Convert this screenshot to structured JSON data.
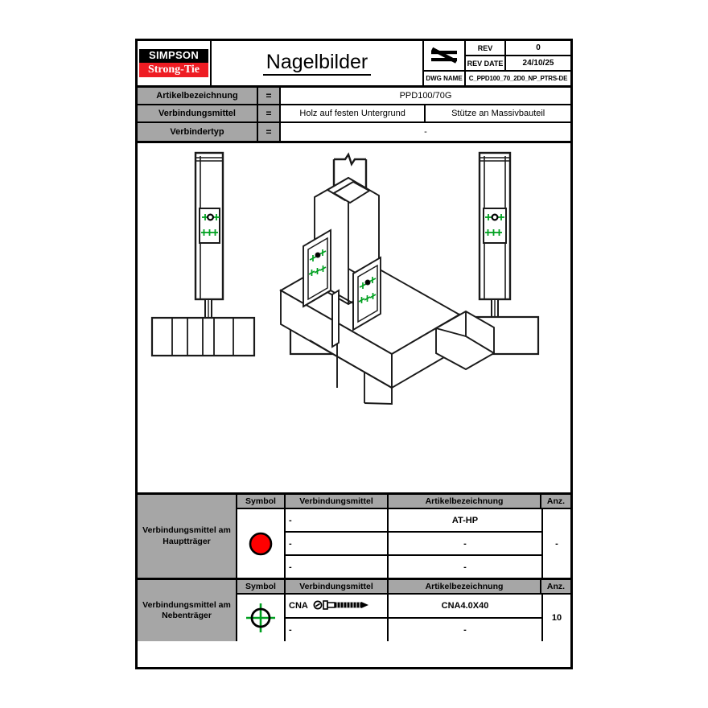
{
  "titleblock": {
    "logo_top": "SIMPSON",
    "logo_bottom": "Strong-Tie",
    "title": "Nagelbilder",
    "neq_symbol": "not-equal-symbol",
    "rev_label": "REV",
    "rev_value": "0",
    "rev_date_label": "REV DATE",
    "rev_date_value": "24/10/25",
    "dwg_name_label": "DWG NAME",
    "dwg_name_value": "C_PPD100_70_2D0_NP_PTRS-DE"
  },
  "specs": [
    {
      "label": "Artikelbezeichnung",
      "eq": "=",
      "values": [
        "PPD100/70G"
      ]
    },
    {
      "label": "Verbindungsmittel",
      "eq": "=",
      "values": [
        "Holz auf festen Untergrund",
        "Stütze an Massivbauteil"
      ]
    },
    {
      "label": "Verbindertyp",
      "eq": "=",
      "values": [
        "-"
      ]
    }
  ],
  "drawing": {
    "name": "technical-drawing-views",
    "views": [
      "front-elevation-left",
      "section-elevation-middle",
      "side-elevation-right",
      "isometric-3d-view"
    ],
    "nail_marker_color": "#00a020",
    "line_color": "#1a1a1a"
  },
  "fastener_tables": [
    {
      "name": "Verbindungsmittel am Hauptträger",
      "symbol": "red-filled-circle",
      "symbol_color": "#ff0000",
      "headers": [
        "Symbol",
        "Verbindungsmittel",
        "Artikelbezeichnung",
        "Anz."
      ],
      "rows": [
        {
          "verbindungsmittel": "-",
          "artikelbezeichnung": "AT-HP"
        },
        {
          "verbindungsmittel": "-",
          "artikelbezeichnung": "-"
        },
        {
          "verbindungsmittel": "-",
          "artikelbezeichnung": "-"
        }
      ],
      "anzahl": "-"
    },
    {
      "name": "Verbindungsmittel am Nebenträger",
      "symbol": "green-crosshair-circle",
      "symbol_color": "#00a020",
      "headers": [
        "Symbol",
        "Verbindungsmittel",
        "Artikelbezeichnung",
        "Anz."
      ],
      "rows": [
        {
          "verbindungsmittel": "CNA",
          "artikelbezeichnung": "CNA4.0X40",
          "icon": "nail-icon"
        },
        {
          "verbindungsmittel": "-",
          "artikelbezeichnung": "-"
        }
      ],
      "anzahl": "10"
    }
  ]
}
